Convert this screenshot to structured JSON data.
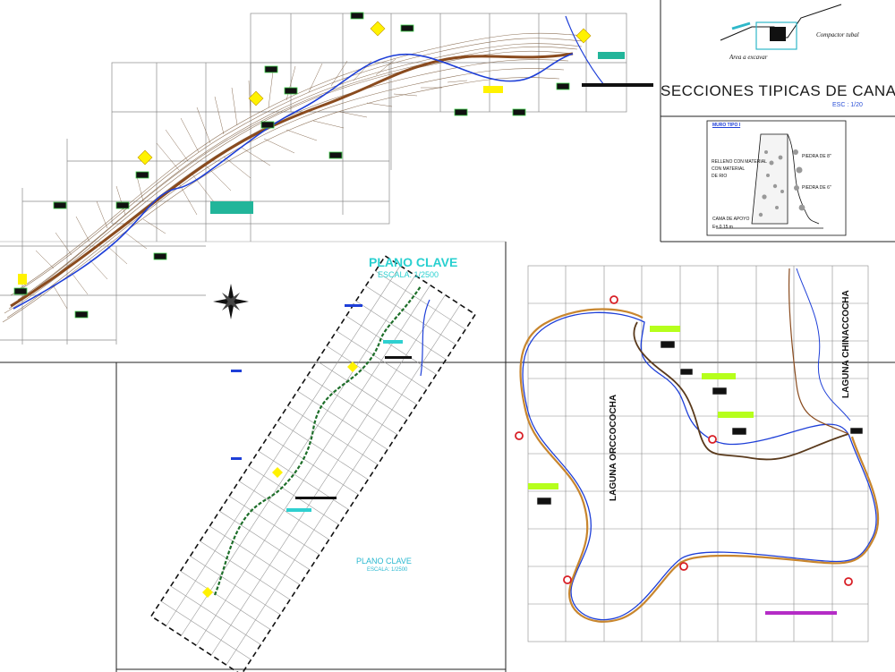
{
  "titles": {
    "main": "SECCIONES TIPICAS DE CANAL",
    "scale": "ESC : 1/20"
  },
  "plano_clave": {
    "top_title": "PLANO CLAVE",
    "top_scale": "ESCALA: 1/2500",
    "bottom_title": "PLANO CLAVE",
    "bottom_scale": "ESCALA: 1/2500"
  },
  "lagunas": {
    "orcco": "LAGUNA ORCCOCOCHA",
    "chinacocha": "LAGUNA CHINACCOCHA"
  },
  "section_detail": {
    "header": "MURO TIPO I",
    "relleno": "RELLENO CON MATERIAL",
    "relleno2": "CON MATERIAL",
    "relleno3": "DE RIO",
    "piedra1": "PIEDRA DE 8\"",
    "piedra2": "PIEDRA DE 6\"",
    "cama": "CAMA DE APOYO",
    "cama_value": "E= 0.15 m"
  },
  "top_detail": {
    "compactor": "Compactor tubal",
    "area": "Area a excavar"
  },
  "colors": {
    "grid": "#7d7d7d",
    "river": "#1e3fd8",
    "canal": "#8a4b1e",
    "contour": "#8b6b4a",
    "label_green": "#b6ff1c",
    "teal": "#22b59a",
    "sign_yellow": "#fff200",
    "red_marker": "#d81f26"
  }
}
